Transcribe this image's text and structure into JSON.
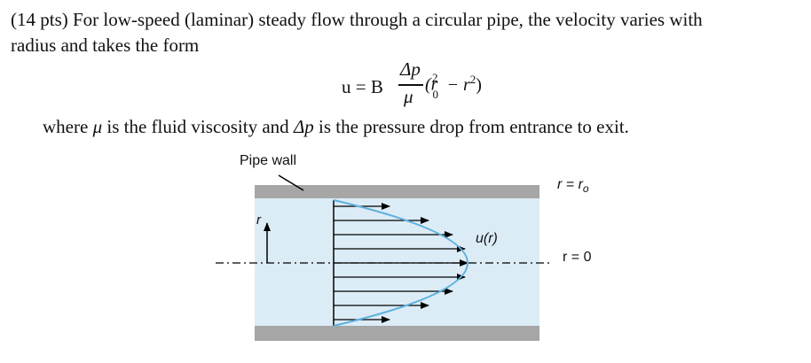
{
  "problem": {
    "line1": "(14 pts) For low-speed (laminar) steady flow through a circular pipe, the velocity varies with",
    "line2": "radius and takes the form",
    "equation": {
      "lhs": "u = B",
      "numerator": "Δp",
      "denominator": "μ",
      "paren_open": "(r",
      "sub0": "0",
      "sup2a": "2",
      "minus_r": " − r",
      "sup2b": "2",
      "paren_close": ")"
    },
    "line3_a": "where ",
    "line3_mu": "μ",
    "line3_b": " is the fluid viscosity and ",
    "line3_dp": "Δp",
    "line3_c": " is the pressure drop from entrance to exit."
  },
  "figure": {
    "pipe_wall_label": "Pipe wall",
    "r_equals_label": "r = r",
    "r0_sub": "o",
    "r_zero_label": "r = 0",
    "velocity_label": "u(r)",
    "r_axis_label": "r",
    "colors": {
      "pipe_wall": "#a6a6a6",
      "fluid": "#dcecf7",
      "profile": "#5fb0dd",
      "arrows": "#000000"
    }
  }
}
